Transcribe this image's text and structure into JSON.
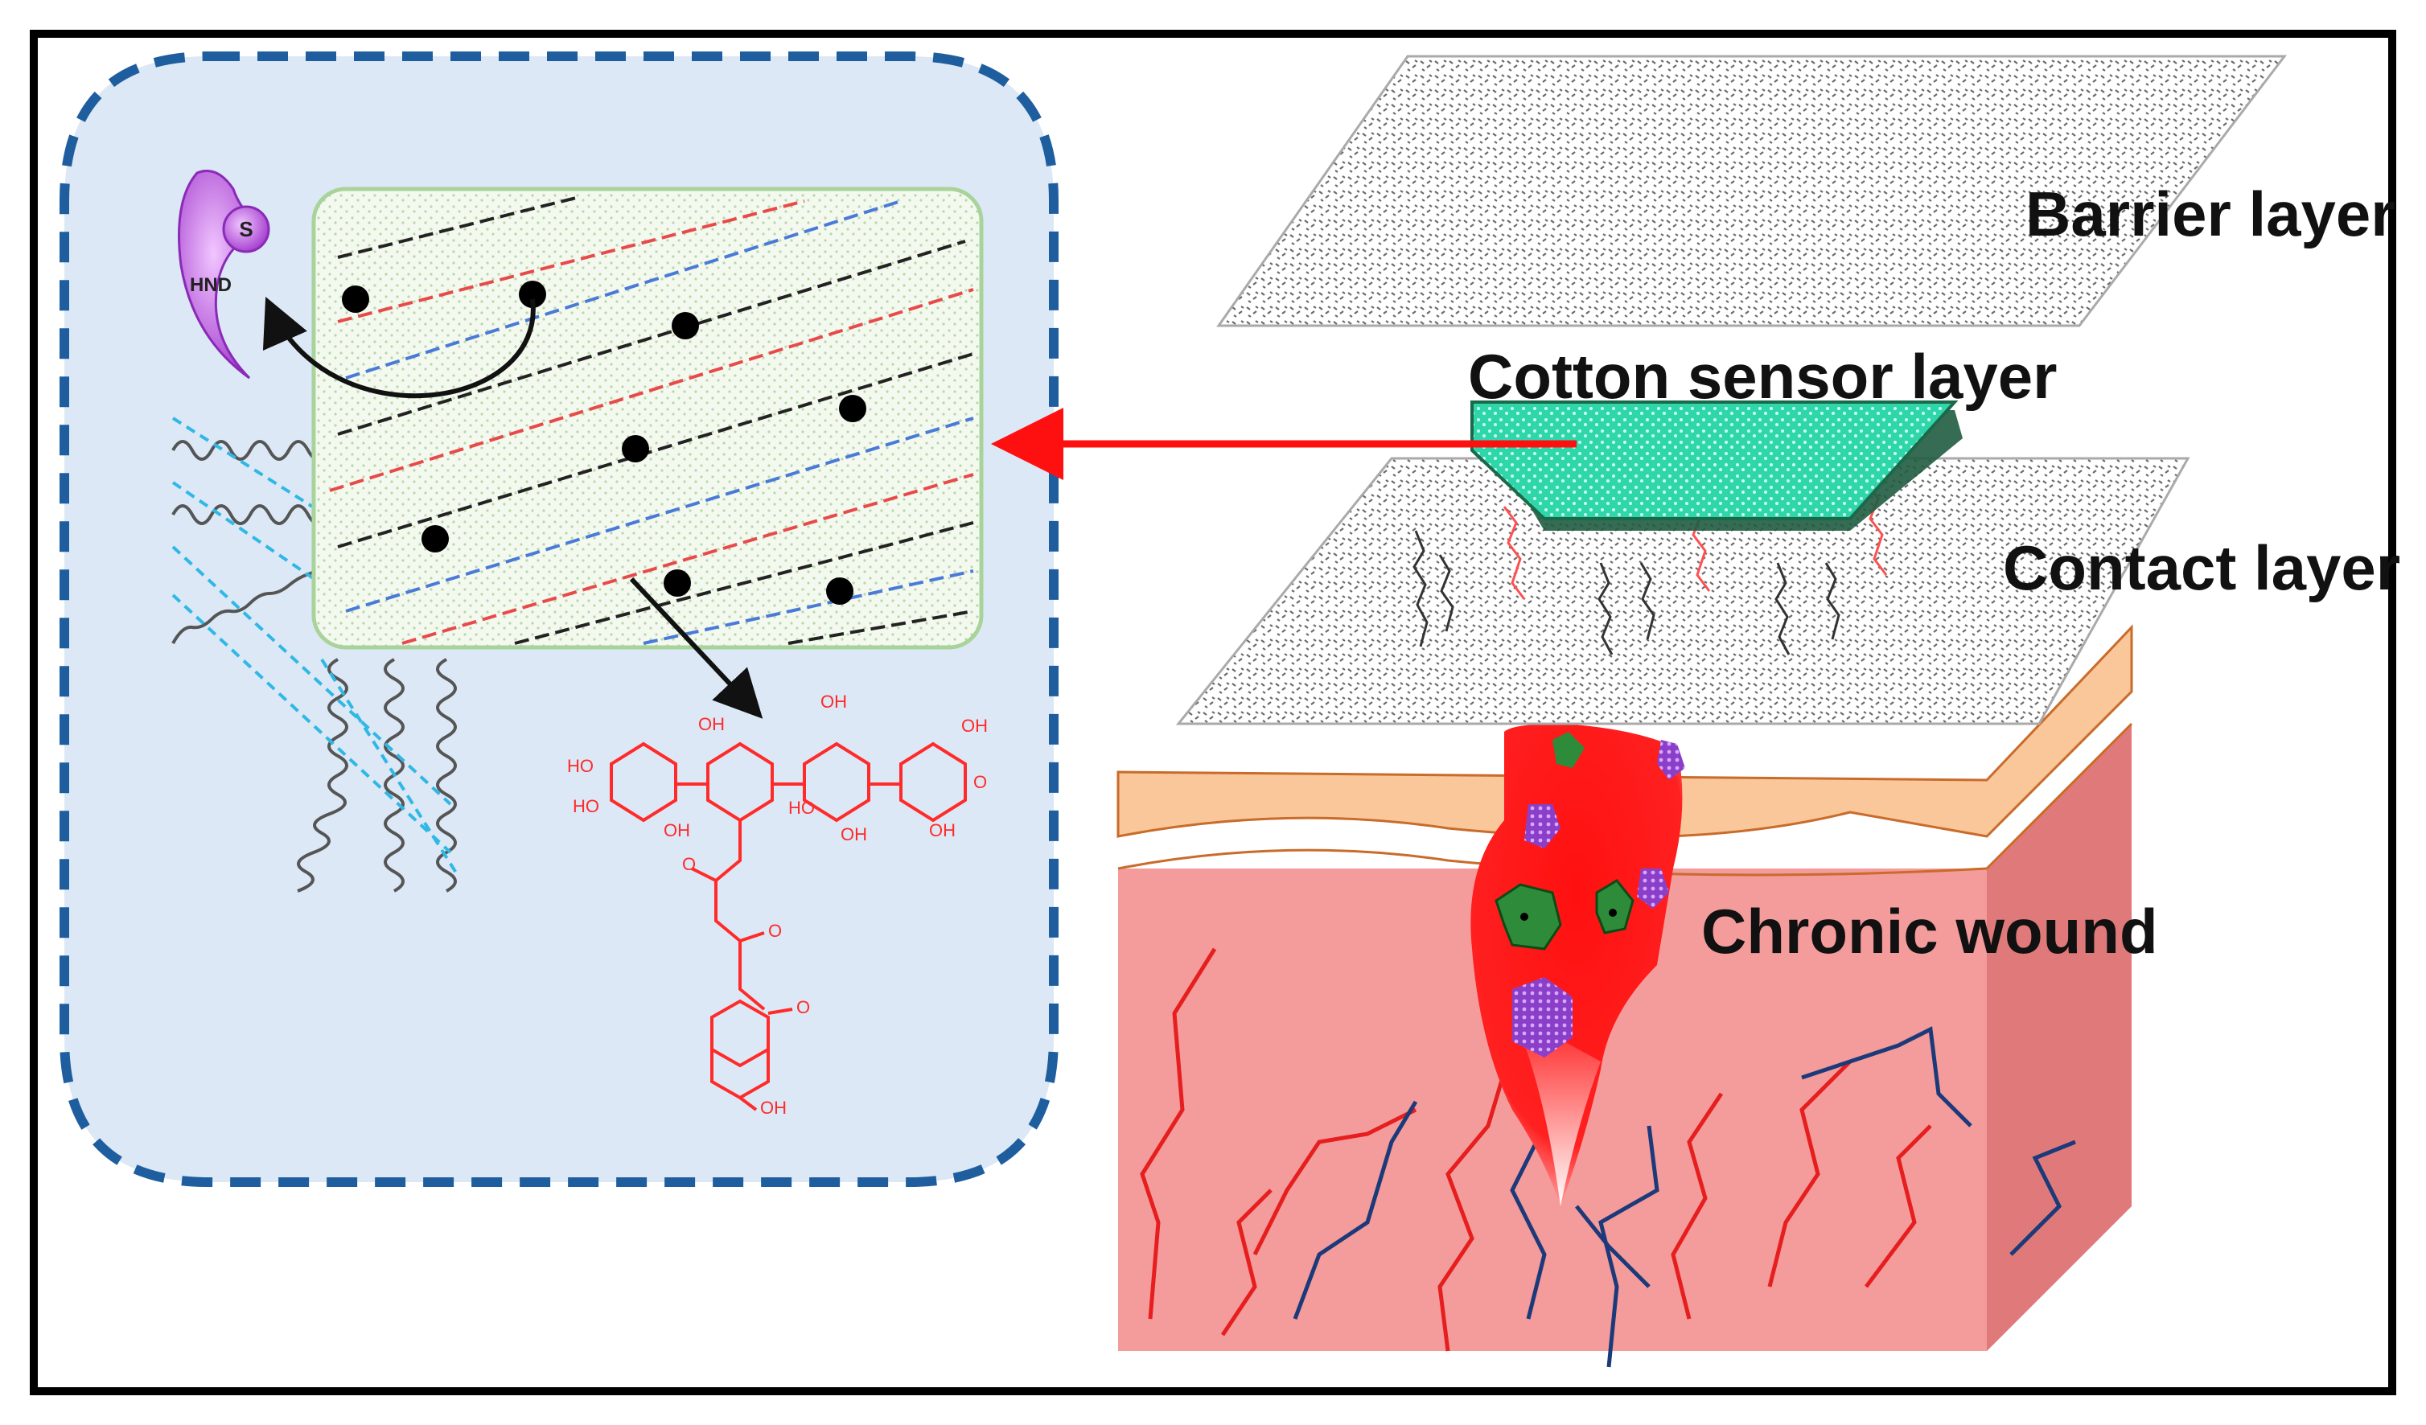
{
  "labels": {
    "barrier_layer": "Barrier layer",
    "cotton_sensor_layer": "Cotton sensor layer",
    "contact_layer": "Contact layer",
    "chronic_wound": "Chronic wound"
  },
  "enzyme": {
    "hnd": "HND",
    "s": "S"
  },
  "chem_labels": {
    "oh": "OH",
    "ho": "HO",
    "o": "O"
  },
  "colors": {
    "panel_fill": "#dce8f5",
    "panel_border": "#1f5e9e",
    "sensor_fill": "#eef6e8",
    "sensor_border": "#a8d39a",
    "cotton_layer": "#3fe0b8",
    "skin_top": "#f9c79a",
    "tissue": "#f49b9b",
    "wound": "#ff1a1a",
    "arrow_red": "#ff1010",
    "chemical": "#ff2a2a",
    "enzyme_purple": "#b04fd8"
  }
}
